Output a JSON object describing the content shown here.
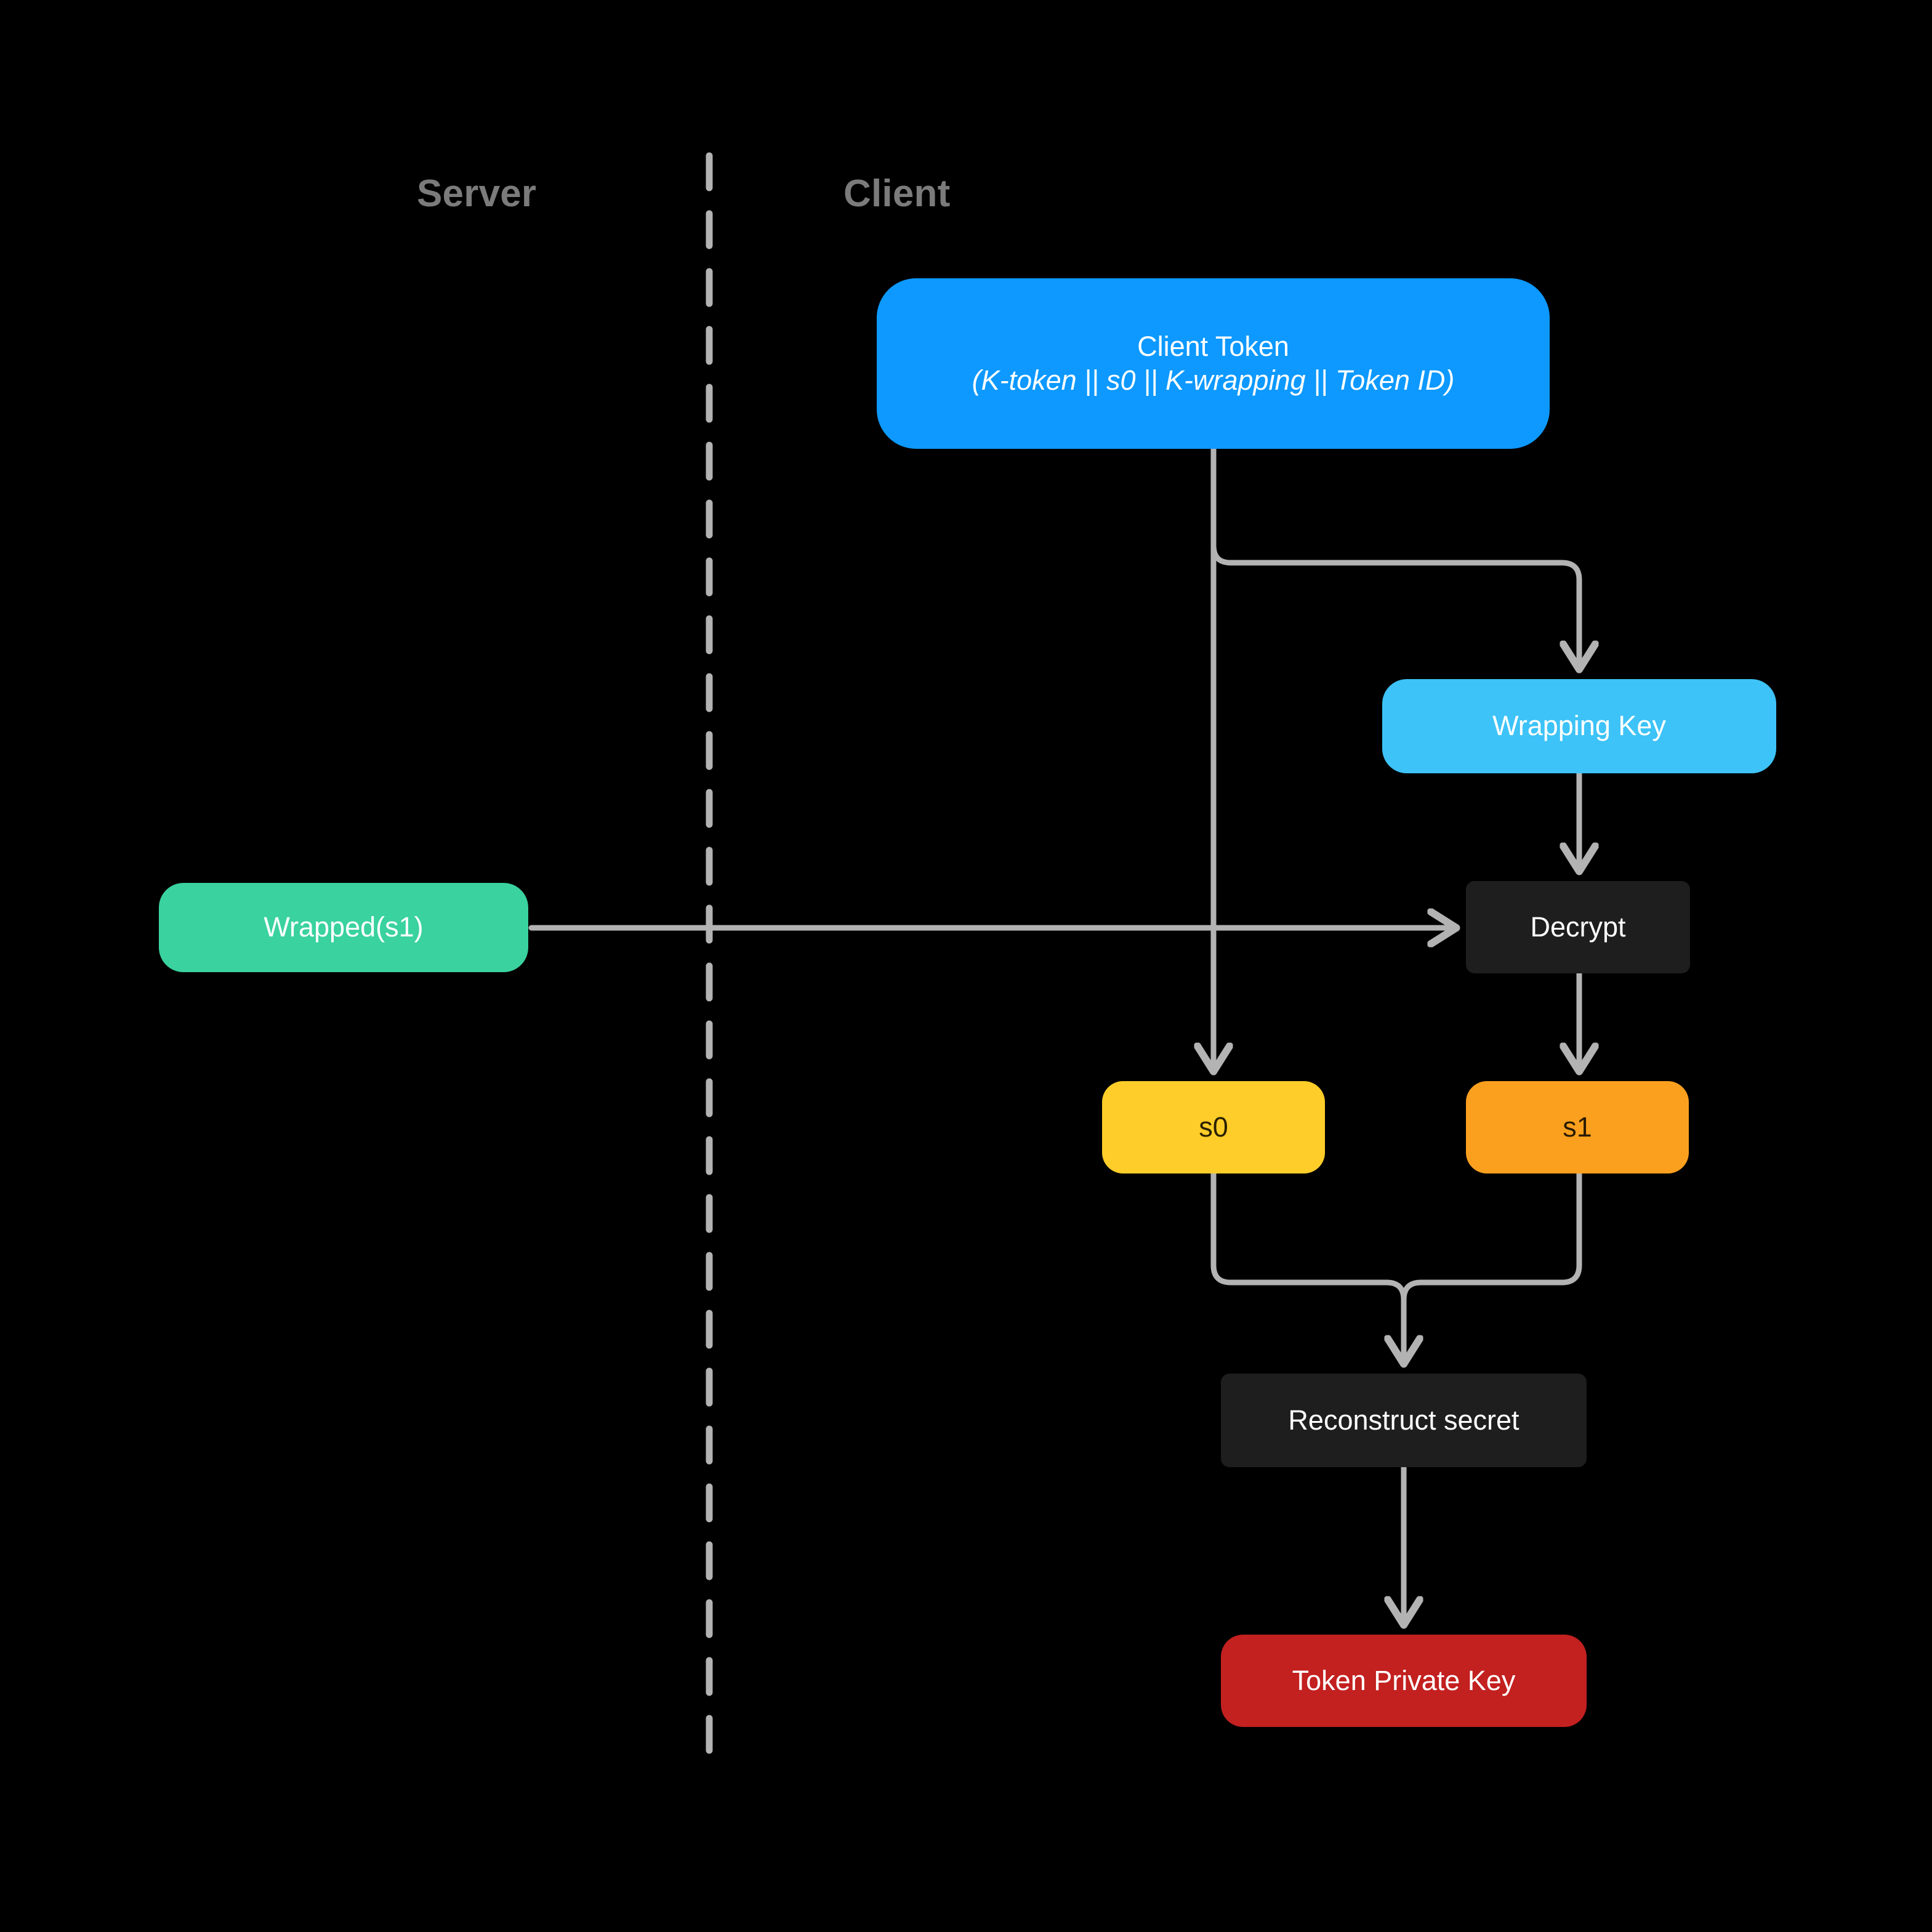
{
  "diagram": {
    "background_color": "#000000",
    "edge_color": "#b3b3b3",
    "divider_color": "#b3b3b3",
    "lanes": [
      {
        "id": "server",
        "label": "Server"
      },
      {
        "id": "client",
        "label": "Client"
      }
    ],
    "nodes": [
      {
        "id": "client-token",
        "line1": "Client Token",
        "line2": "(K-token || s0 || K-wrapping || Token ID)",
        "color": "#0d99ff",
        "text_color": "#ffffff",
        "lane": "client"
      },
      {
        "id": "wrapping-key",
        "label": "Wrapping Key",
        "color": "#3dc3f7",
        "text_color": "#ffffff",
        "lane": "client"
      },
      {
        "id": "decrypt",
        "label": "Decrypt",
        "color": "#1e1e1e",
        "text_color": "#ffffff",
        "lane": "client"
      },
      {
        "id": "wrapped-s1",
        "label": "Wrapped(s1)",
        "color": "#3ad29f",
        "text_color": "#ffffff",
        "lane": "server"
      },
      {
        "id": "s0",
        "label": "s0",
        "color": "#ffcd29",
        "text_color": "#2a2100",
        "lane": "client"
      },
      {
        "id": "s1",
        "label": "s1",
        "color": "#fba01e",
        "text_color": "#2a1c00",
        "lane": "client"
      },
      {
        "id": "reconstruct-secret",
        "label": "Reconstruct secret",
        "color": "#1e1e1e",
        "text_color": "#ffffff",
        "lane": "client"
      },
      {
        "id": "token-private-key",
        "label": "Token Private Key",
        "color": "#c32020",
        "text_color": "#ffffff",
        "lane": "client"
      }
    ],
    "edges": [
      {
        "from": "client-token",
        "to": "wrapping-key",
        "arrow": true
      },
      {
        "from": "client-token",
        "to": "s0",
        "arrow": true
      },
      {
        "from": "wrapping-key",
        "to": "decrypt",
        "arrow": true
      },
      {
        "from": "wrapped-s1",
        "to": "decrypt",
        "arrow": true
      },
      {
        "from": "decrypt",
        "to": "s1",
        "arrow": true
      },
      {
        "from": "s0",
        "to": "reconstruct-secret",
        "arrow": true
      },
      {
        "from": "s1",
        "to": "reconstruct-secret",
        "arrow": true
      },
      {
        "from": "reconstruct-secret",
        "to": "token-private-key",
        "arrow": true
      }
    ]
  }
}
